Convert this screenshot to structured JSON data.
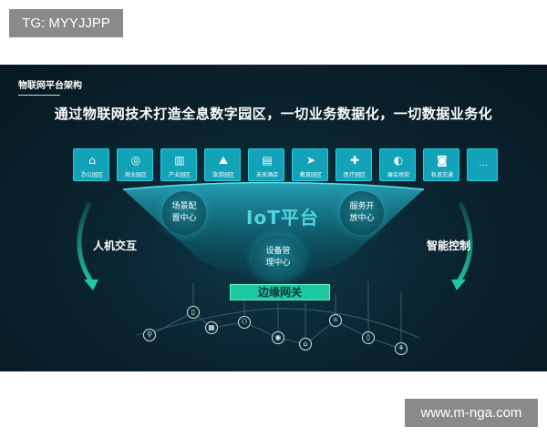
{
  "watermarks": {
    "top_left": "TG: MYYJJPP",
    "bottom_right": "www.m-nga.com"
  },
  "header": {
    "section_label": "物联网平台架构"
  },
  "headline": "通过物联网技术打造全息数字园区，一切业务数据化，一切数据业务化",
  "scenarios": [
    {
      "label": "办公园区",
      "icon": "office-icon",
      "glyph": "⌂"
    },
    {
      "label": "商业园区",
      "icon": "commerce-icon",
      "glyph": "◎"
    },
    {
      "label": "产业园区",
      "icon": "industry-icon",
      "glyph": "▥"
    },
    {
      "label": "旅游园区",
      "icon": "tourism-icon",
      "glyph": "⛰"
    },
    {
      "label": "未来酒店",
      "icon": "hotel-icon",
      "glyph": "▤"
    },
    {
      "label": "教育园区",
      "icon": "education-icon",
      "glyph": "➤"
    },
    {
      "label": "医疗园区",
      "icon": "medical-icon",
      "glyph": "✚"
    },
    {
      "label": "展会场馆",
      "icon": "exhibition-icon",
      "glyph": "◐"
    },
    {
      "label": "轨道交通",
      "icon": "rail-icon",
      "glyph": "◙"
    },
    {
      "label": "",
      "icon": "more-icon",
      "glyph": "..."
    }
  ],
  "platform": {
    "title": "IoT平台",
    "scene_center": "场景配置中心",
    "service_center": "服务开放中心",
    "device_center": "设备管理中心"
  },
  "sides": {
    "left": "人机交互",
    "right": "智能控制"
  },
  "edge_gateway": "边缘网关",
  "colors": {
    "tile": "#13a3b8",
    "gateway": "#1ec8a0",
    "accent": "#4fd4e4",
    "background": "#0a2430"
  },
  "devices": [
    "bike-icon",
    "bottle-icon",
    "building-icon",
    "person-group-icon",
    "robot-icon",
    "camera-icon",
    "lamp-icon",
    "drop-icon",
    "pole-icon",
    "tower-icon"
  ]
}
